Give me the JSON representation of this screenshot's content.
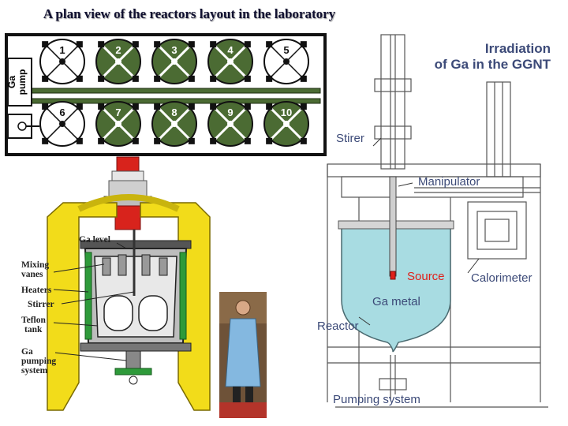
{
  "title": "A plan view of the reactors layout in the laboratory",
  "plan": {
    "pump_label_line1": "Ga",
    "pump_label_line2": "pump",
    "reactors_top": [
      "1",
      "2",
      "3",
      "4",
      "5"
    ],
    "reactors_bottom": [
      "6",
      "7",
      "8",
      "9",
      "10"
    ],
    "empty_reactors": [
      "1",
      "5",
      "6"
    ]
  },
  "cutaway": {
    "ga_level": "Ga level",
    "mixing_vanes_1": "Mixing",
    "mixing_vanes_2": "vanes",
    "heaters": "Heaters",
    "stirrer": "Stirrer",
    "teflon_1": "Teflon",
    "teflon_2": "tank",
    "ga_pumping_1": "Ga",
    "ga_pumping_2": "pumping",
    "ga_pumping_3": "system"
  },
  "schematic": {
    "irradiation_line1": "Irradiation",
    "irradiation_line2": "of Ga in the GGNT",
    "stirer": "Stirer",
    "manipulator": "Manipulator",
    "source": "Source",
    "calorimeter": "Calorimeter",
    "ga_metal": "Ga metal",
    "reactor": "Reactor",
    "pumping_system": "Pumping system"
  },
  "colors": {
    "reactor_green": "#4b6b33",
    "frame_yellow": "#f2dc1a",
    "liquid_blue": "#a8dce2",
    "source_red": "#e0201a",
    "label_blue": "#3c4a78"
  }
}
